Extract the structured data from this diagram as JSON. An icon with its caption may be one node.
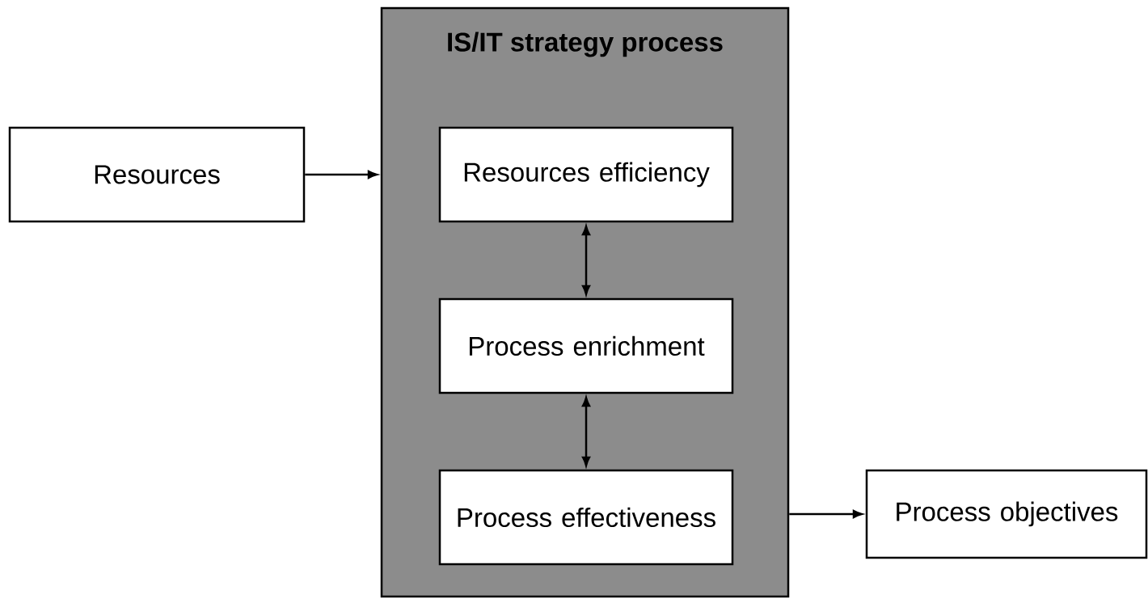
{
  "diagram": {
    "nodes": [
      {
        "text": [
          "Resources"
        ]
      },
      {
        "text": [
          "IS/IT strategy process"
        ]
      },
      {
        "text": [
          "Resources efficiency"
        ],
        "in": 1
      },
      {
        "text": [
          "Process enrichment"
        ],
        "in": 1
      },
      {
        "text": [
          "Process effectiveness"
        ],
        "in": 1
      },
      {
        "text": [
          "Process objectives"
        ]
      }
    ],
    "edges": [
      {
        "from": 0,
        "to": 1,
        "arrow": "to"
      },
      {
        "from": 2,
        "to": 3,
        "arrow": "both"
      },
      {
        "from": 3,
        "to": 4,
        "arrow": "both"
      },
      {
        "from": 1,
        "to": 5,
        "arrow": "to"
      }
    ]
  }
}
